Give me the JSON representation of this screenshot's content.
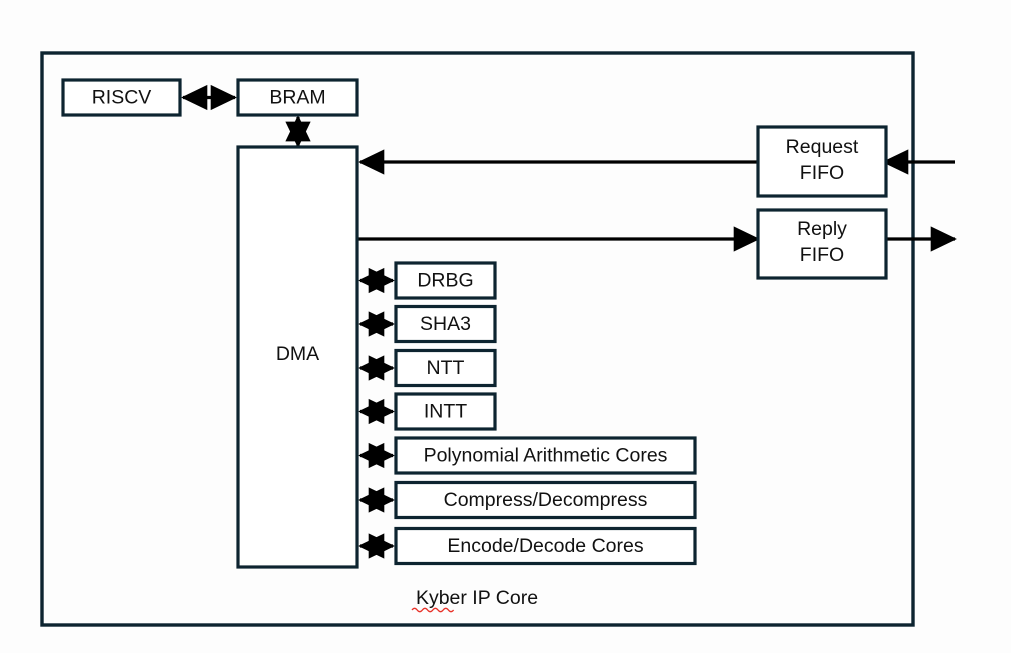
{
  "diagram": {
    "title_caption": "Kyber IP Core",
    "caption_misspelled_word": "Kyber",
    "colors": {
      "block_border": "#0d2430",
      "block_fill": "#ffffff",
      "wire": "#000000",
      "background": "#fdfdfd",
      "text": "#111111",
      "spellcheck_underline": "#e8332a"
    },
    "blocks": {
      "riscv": {
        "label": "RISCV"
      },
      "bram": {
        "label": "BRAM"
      },
      "dma": {
        "label": "DMA"
      },
      "request_fifo": {
        "label_line1": "Request",
        "label_line2": "FIFO"
      },
      "reply_fifo": {
        "label_line1": "Reply",
        "label_line2": "FIFO"
      }
    },
    "cores": [
      {
        "label": "DRBG",
        "width": "narrow"
      },
      {
        "label": "SHA3",
        "width": "narrow"
      },
      {
        "label": "NTT",
        "width": "narrow"
      },
      {
        "label": "INTT",
        "width": "narrow"
      },
      {
        "label": "Polynomial Arithmetic Cores",
        "width": "wide"
      },
      {
        "label": "Compress/Decompress",
        "width": "wide"
      },
      {
        "label": "Encode/Decode Cores",
        "width": "wide"
      }
    ],
    "connections": [
      {
        "name": "riscv-bram-link",
        "from": "RISCV",
        "to": "BRAM",
        "direction": "bidirectional"
      },
      {
        "name": "bram-dma-link",
        "from": "BRAM",
        "to": "DMA",
        "direction": "bidirectional"
      },
      {
        "name": "request-fifo-to-dma",
        "from": "Request FIFO",
        "to": "DMA",
        "direction": "unidirectional"
      },
      {
        "name": "dma-to-reply-fifo",
        "from": "DMA",
        "to": "Reply FIFO",
        "direction": "unidirectional"
      },
      {
        "name": "external-request-in",
        "from": "external",
        "to": "Request FIFO",
        "direction": "unidirectional"
      },
      {
        "name": "reply-fifo-out",
        "from": "Reply FIFO",
        "to": "external",
        "direction": "unidirectional"
      },
      {
        "name": "dma-to-drbg",
        "from": "DMA",
        "to": "DRBG",
        "direction": "bidirectional"
      },
      {
        "name": "dma-to-sha3",
        "from": "DMA",
        "to": "SHA3",
        "direction": "bidirectional"
      },
      {
        "name": "dma-to-ntt",
        "from": "DMA",
        "to": "NTT",
        "direction": "bidirectional"
      },
      {
        "name": "dma-to-intt",
        "from": "DMA",
        "to": "INTT",
        "direction": "bidirectional"
      },
      {
        "name": "dma-to-poly",
        "from": "DMA",
        "to": "Polynomial Arithmetic Cores",
        "direction": "bidirectional"
      },
      {
        "name": "dma-to-compress",
        "from": "DMA",
        "to": "Compress/Decompress",
        "direction": "bidirectional"
      },
      {
        "name": "dma-to-encode",
        "from": "DMA",
        "to": "Encode/Decode Cores",
        "direction": "bidirectional"
      }
    ]
  }
}
